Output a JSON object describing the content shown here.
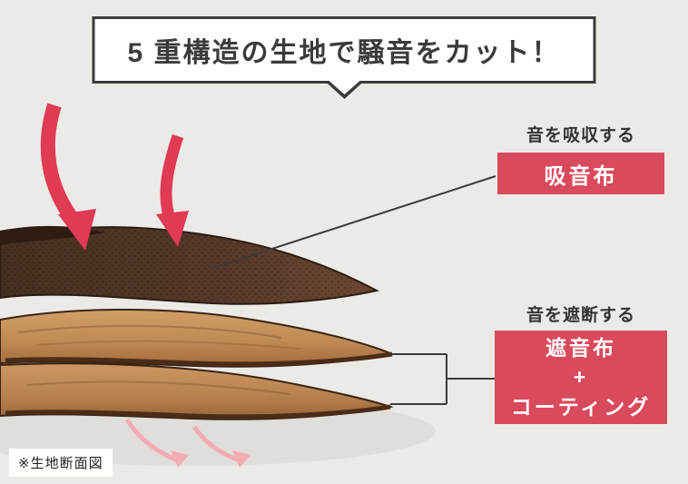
{
  "title": {
    "text": "5 重構造の生地で騒音をカット！"
  },
  "labels": {
    "absorb_caption": "音を吸収する",
    "absorb_box": "吸音布",
    "block_caption": "音を遮断する",
    "block_box": {
      "line1": "遮音布",
      "line2": "+",
      "line3": "コーティング"
    },
    "footnote": "※生地断面図"
  },
  "icons": {
    "incoming_sound_arrows": "thick-curved-down-arrow",
    "passed_sound_arrows": "faint-curved-down-arrow"
  },
  "colors": {
    "background": "#eceae7",
    "outline": "#3b3b3b",
    "accent_red": "#d94a5c",
    "arrow_red": "#e03a54",
    "arrow_faint": "#f3abb4"
  }
}
